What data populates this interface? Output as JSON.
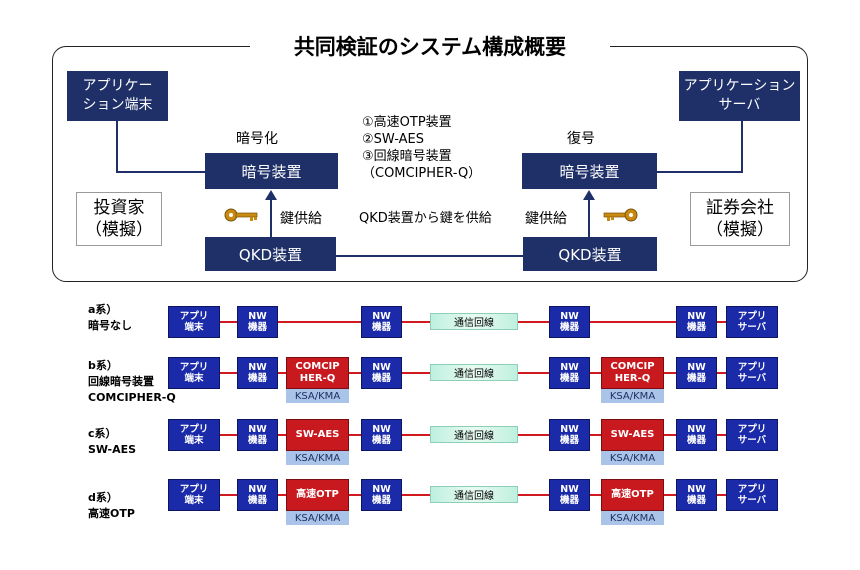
{
  "title": "共同検証のシステム構成概要",
  "top": {
    "app_terminal": "アプリケー\nション端末",
    "app_server": "アプリケーション\nサーバ",
    "encrypt_label": "暗号化",
    "decrypt_label": "復号",
    "crypto_left": "暗号装置",
    "crypto_right": "暗号装置",
    "qkd_left": "QKD装置",
    "qkd_right": "QKD装置",
    "keysupply_left": "鍵供給",
    "keysupply_right": "鍵供給",
    "investor": "投資家\n（模擬）",
    "securities": "証券会社\n（模擬）",
    "devices_list": "①高速OTP装置\n②SW-AES\n③回線暗号装置\n（COMCIPHER-Q）",
    "qkd_note": "QKD装置から鍵を供給"
  },
  "rows": [
    {
      "label": "a系）\n暗号なし",
      "center": "通信回線",
      "crypto": ""
    },
    {
      "label": "b系）\n回線暗号装置\nCOMCIPHER-Q",
      "center": "通信回線",
      "crypto": "COMCIP\nHER-Q",
      "ksa": "KSA/KMA"
    },
    {
      "label": "c系）\nSW-AES",
      "center": "通信回線",
      "crypto": "SW-AES",
      "ksa": "KSA/KMA"
    },
    {
      "label": "d系）\n高速OTP",
      "center": "通信回線",
      "crypto": "高速OTP",
      "ksa": "KSA/KMA"
    }
  ],
  "row_boxes": {
    "app_terminal": "アプリ\n端末",
    "nw_device": "NW\n機器",
    "app_server": "アプリ\nサーバ"
  },
  "colors": {
    "navy": "#1f3068",
    "blue": "#1a2aa8",
    "red": "#c8191f",
    "line": "#d01a20",
    "key": "#c98a12"
  }
}
